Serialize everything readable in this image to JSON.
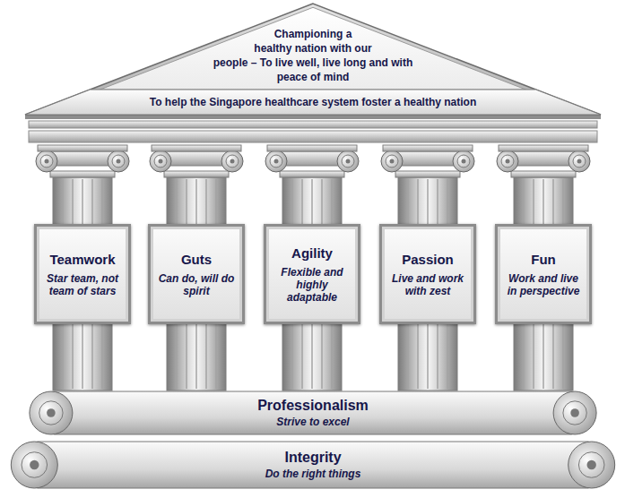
{
  "diagram": {
    "nodes": [
      {
        "text": [
          "Championing a healthy nation with our people – To live well, live long and with peace of mind"
        ]
      },
      {
        "text": [
          "To help the Singapore healthcare system foster a healthy nation"
        ],
        "in": 0
      },
      {
        "text": [
          "Teamwork",
          "Star team, not team of stars"
        ]
      },
      {
        "text": [
          "Guts",
          "Can do, will do spirit"
        ]
      },
      {
        "text": [
          "Agility",
          "Flexible and highly adaptable"
        ]
      },
      {
        "text": [
          "Passion",
          "Live and work with zest"
        ]
      },
      {
        "text": [
          "Fun",
          "Work and live in perspective"
        ]
      },
      {
        "text": [
          "Professionalism",
          "Strive to excel"
        ]
      },
      {
        "text": [
          "Integrity",
          "Do the right things"
        ]
      }
    ]
  }
}
